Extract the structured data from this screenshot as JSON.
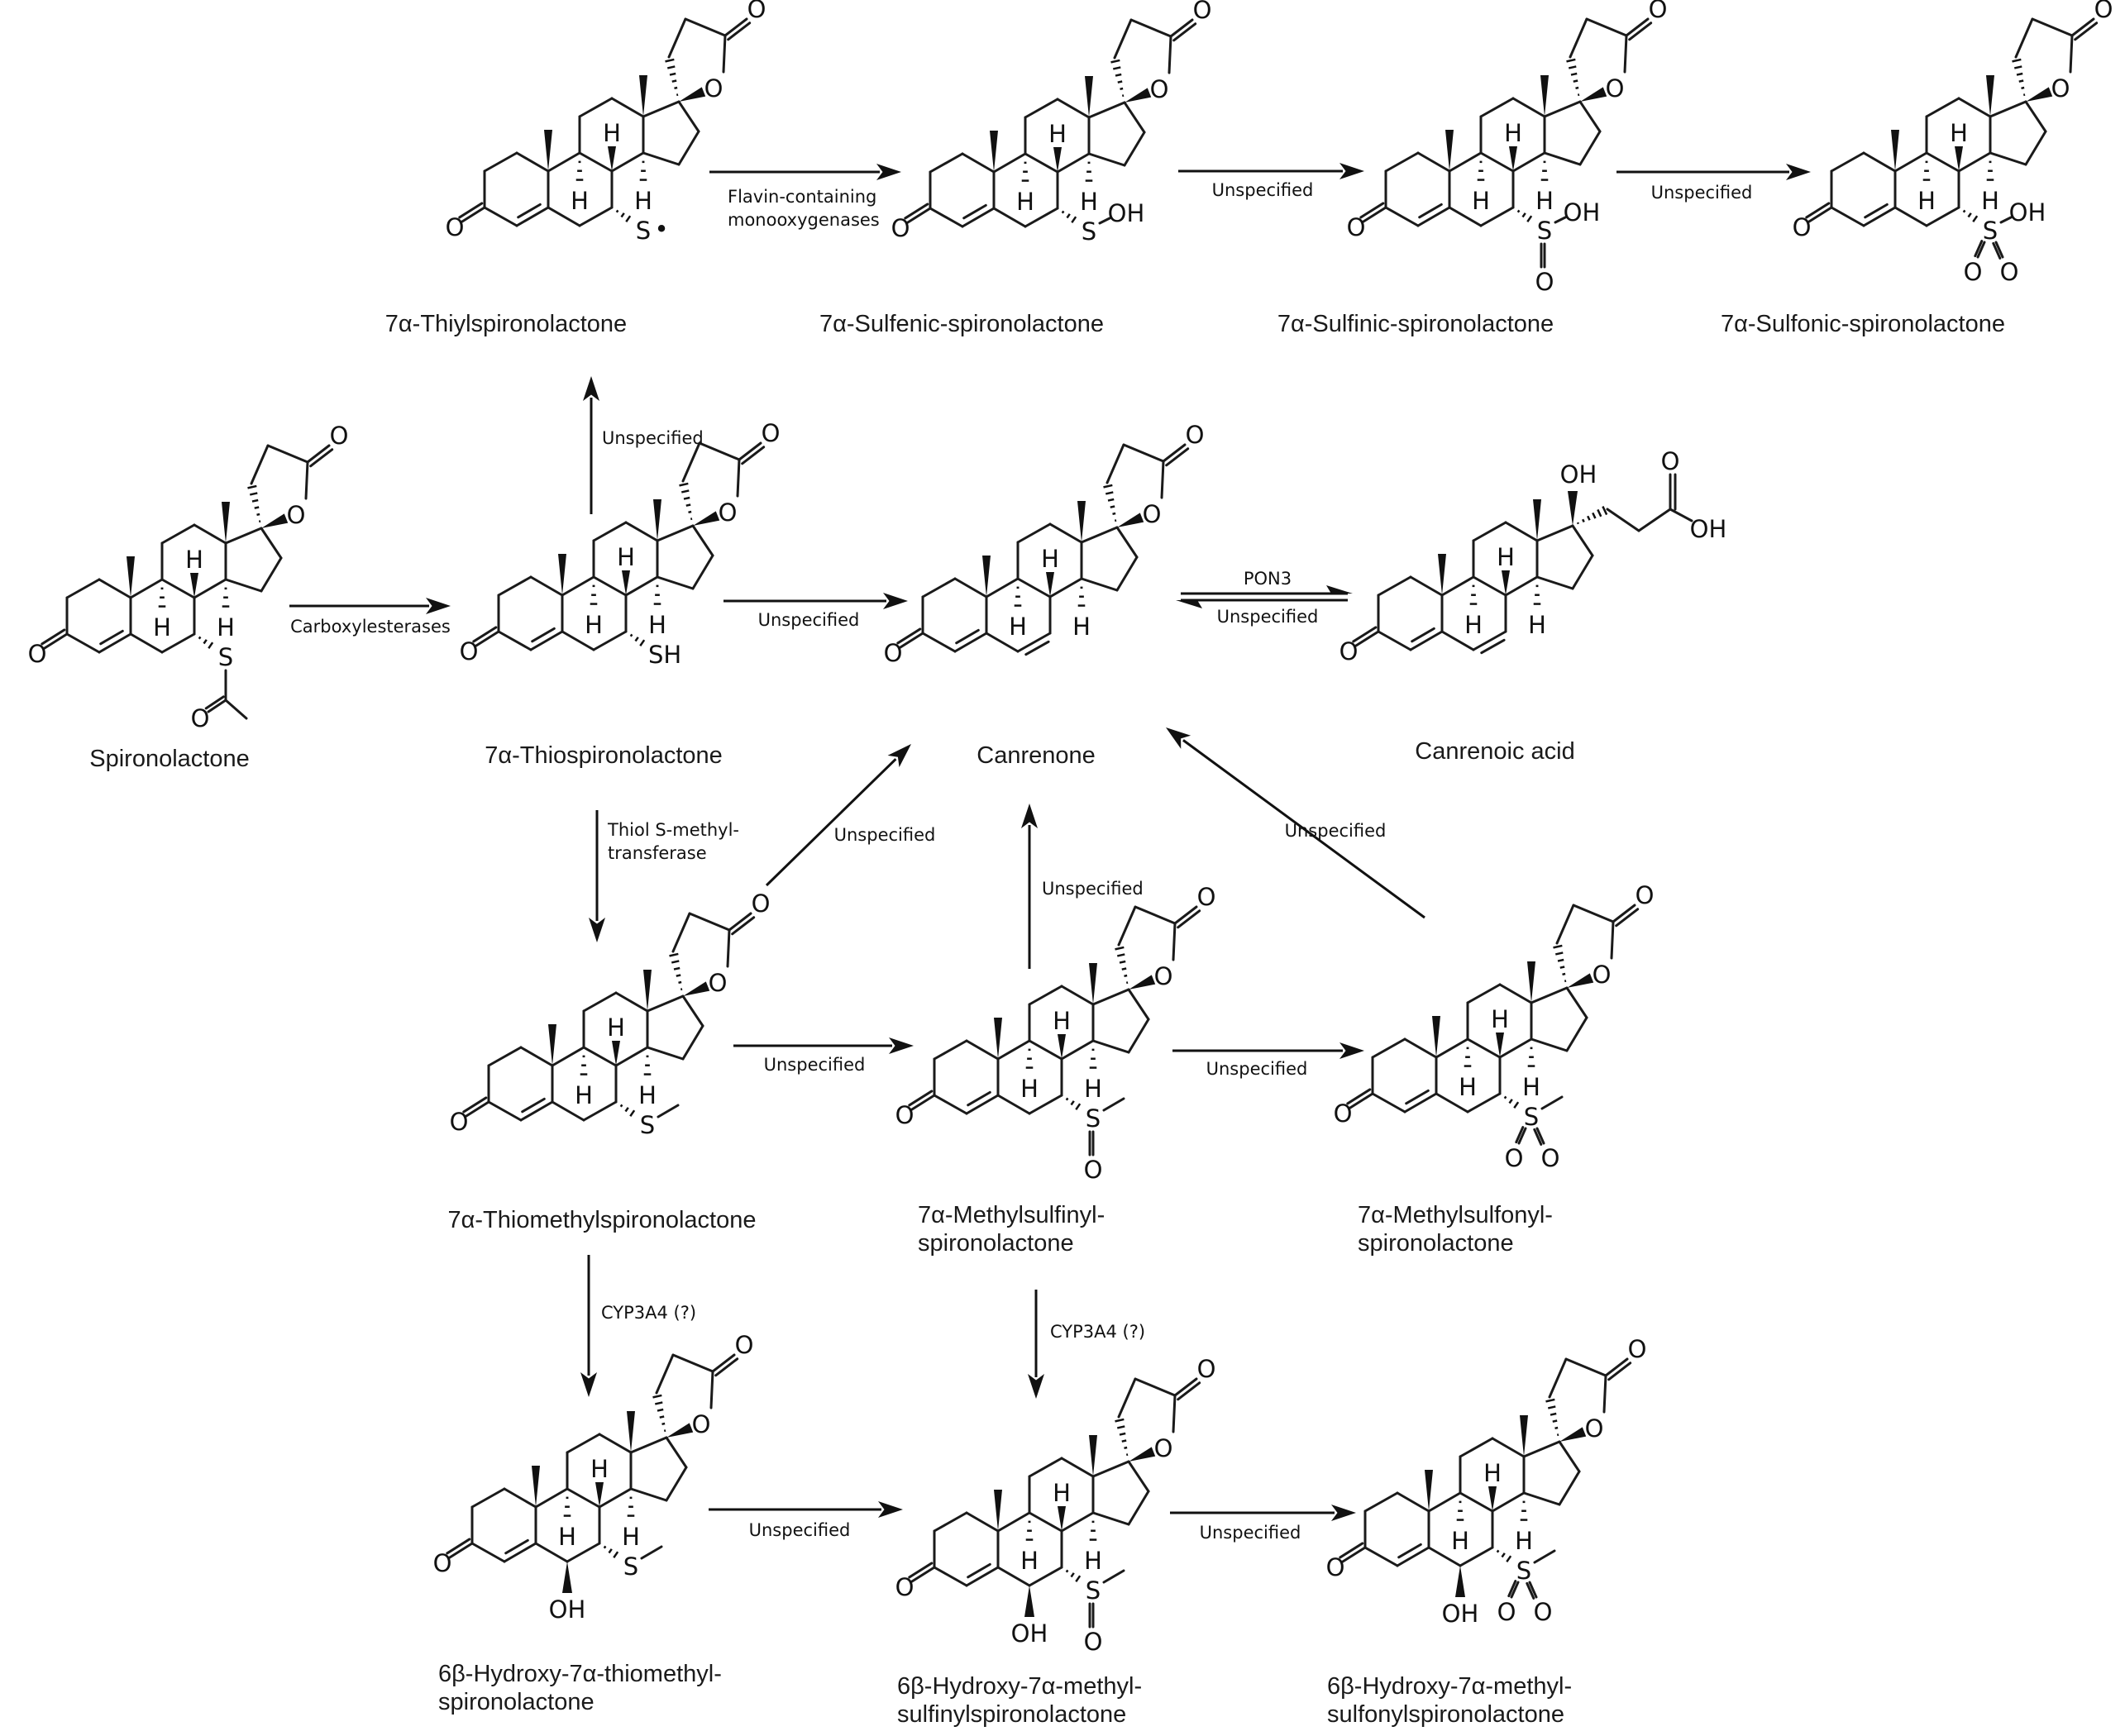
{
  "diagram": {
    "title": "Spironolactone metabolism pathways",
    "colors": {
      "ink": "#111111",
      "background": "#ffffff"
    },
    "compounds": [
      {
        "id": "thiyl",
        "name_lines": [
          "7α-Thiylspironolactone"
        ],
        "substituent": "S•"
      },
      {
        "id": "sulfenic",
        "name_lines": [
          "7α-Sulfenic-spironolactone"
        ],
        "substituent": "S-OH"
      },
      {
        "id": "sulfinic",
        "name_lines": [
          "7α-Sulfinic-spironolactone"
        ],
        "substituent": "S(=O)-OH"
      },
      {
        "id": "sulfonic",
        "name_lines": [
          "7α-Sulfonic-spironolactone"
        ],
        "substituent": "S(=O)(=O)-OH"
      },
      {
        "id": "spironolactone",
        "name_lines": [
          "Spironolactone"
        ],
        "substituent": "S-C(=O)CH3"
      },
      {
        "id": "thio",
        "name_lines": [
          "7α-Thiospironolactone"
        ],
        "substituent": "SH"
      },
      {
        "id": "canrenone",
        "name_lines": [
          "Canrenone"
        ],
        "substituent": "Δ6"
      },
      {
        "id": "canrenoic",
        "name_lines": [
          "Canrenoic acid"
        ],
        "substituent": "open lactone"
      },
      {
        "id": "thiomethyl",
        "name_lines": [
          "7α-Thiomethylspironolactone"
        ],
        "substituent": "S-CH3"
      },
      {
        "id": "methylsulfinyl",
        "name_lines": [
          "7α-Methylsulfinyl-",
          "spironolactone"
        ],
        "substituent": "S(=O)-CH3"
      },
      {
        "id": "methylsulfonyl",
        "name_lines": [
          "7α-Methylsulfonyl-",
          "spironolactone"
        ],
        "substituent": "S(=O)(=O)-CH3"
      },
      {
        "id": "hydroxy_thiomethyl",
        "name_lines": [
          "6β-Hydroxy-7α-thiomethyl-",
          "spironolactone"
        ],
        "substituent": "6β-OH, S-CH3"
      },
      {
        "id": "hydroxy_methylsulfinyl",
        "name_lines": [
          "6β-Hydroxy-7α-methyl-",
          "sulfinylspironolactone"
        ],
        "substituent": "6β-OH, S(=O)-CH3"
      },
      {
        "id": "hydroxy_methylsulfonyl",
        "name_lines": [
          "6β-Hydroxy-7α-methyl-",
          "sulfonylspironolactone"
        ],
        "substituent": "6β-OH, S(=O)(=O)-CH3"
      }
    ],
    "reactions": [
      {
        "from": "thiyl",
        "to": "sulfenic",
        "enzyme_lines": [
          "Flavin-containing",
          "monooxygenases"
        ]
      },
      {
        "from": "sulfenic",
        "to": "sulfinic",
        "enzyme_lines": [
          "Unspecified"
        ]
      },
      {
        "from": "sulfinic",
        "to": "sulfonic",
        "enzyme_lines": [
          "Unspecified"
        ]
      },
      {
        "from": "thio",
        "to": "thiyl",
        "enzyme_lines": [
          "Unspecified"
        ]
      },
      {
        "from": "spironolactone",
        "to": "thio",
        "enzyme_lines": [
          "Carboxylesterases"
        ]
      },
      {
        "from": "thio",
        "to": "canrenone",
        "enzyme_lines": [
          "Unspecified"
        ]
      },
      {
        "from": "canrenone",
        "to": "canrenoic",
        "enzyme_lines": [
          "PON3"
        ],
        "reverse_enzyme_lines": [
          "Unspecified"
        ],
        "reversible": true
      },
      {
        "from": "thio",
        "to": "thiomethyl",
        "enzyme_lines": [
          "Thiol S-methyl-",
          "transferase"
        ]
      },
      {
        "from": "thiomethyl",
        "to": "canrenone",
        "enzyme_lines": [
          "Unspecified"
        ]
      },
      {
        "from": "methylsulfinyl",
        "to": "canrenone",
        "enzyme_lines": [
          "Unspecified"
        ]
      },
      {
        "from": "methylsulfonyl",
        "to": "canrenone",
        "enzyme_lines": [
          "Unspecified"
        ]
      },
      {
        "from": "thiomethyl",
        "to": "methylsulfinyl",
        "enzyme_lines": [
          "Unspecified"
        ]
      },
      {
        "from": "methylsulfinyl",
        "to": "methylsulfonyl",
        "enzyme_lines": [
          "Unspecified"
        ]
      },
      {
        "from": "thiomethyl",
        "to": "hydroxy_thiomethyl",
        "enzyme_lines": [
          "CYP3A4 (?)"
        ]
      },
      {
        "from": "methylsulfinyl",
        "to": "hydroxy_methylsulfinyl",
        "enzyme_lines": [
          "CYP3A4 (?)"
        ]
      },
      {
        "from": "hydroxy_thiomethyl",
        "to": "hydroxy_methylsulfinyl",
        "enzyme_lines": [
          "Unspecified"
        ]
      },
      {
        "from": "hydroxy_methylsulfinyl",
        "to": "hydroxy_methylsulfonyl",
        "enzyme_lines": [
          "Unspecified"
        ]
      }
    ],
    "atom_labels": {
      "O": "O",
      "H": "H",
      "S": "S",
      "OH": "OH",
      "SH": "SH",
      "radical": "•"
    }
  }
}
